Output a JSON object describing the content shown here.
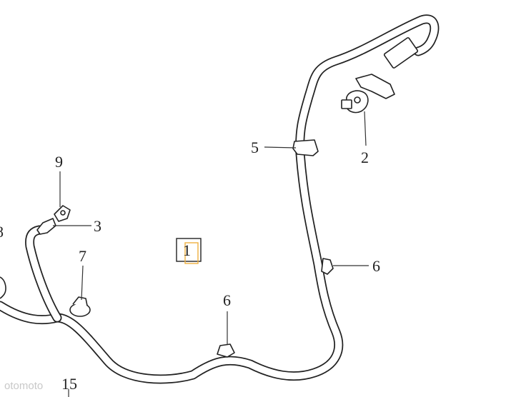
{
  "callouts": {
    "part1": "1",
    "part2": "2",
    "part3": "3",
    "part5": "5",
    "part6_right": "6",
    "part6_bottom": "6",
    "part7": "7",
    "part8_partial": "8",
    "part9": "9",
    "part15": "15"
  },
  "watermark": "otomoto",
  "colors": {
    "line": "#222222",
    "background": "#ffffff",
    "highlight": "#f0b040"
  }
}
